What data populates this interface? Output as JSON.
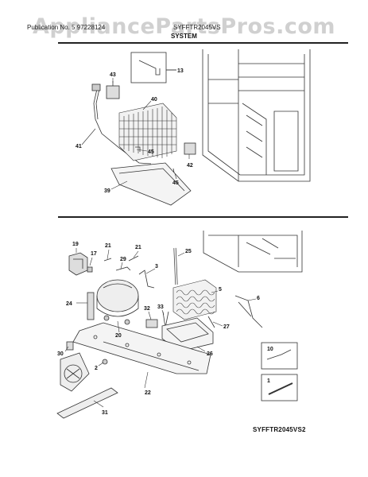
{
  "watermark": "AppliancePartsPros.com",
  "header": {
    "left": "Publication No. 5 97228124",
    "middle": "SYFFTR2045VS",
    "title": "SYSTEM"
  },
  "diagram_code": "SYFFTR2045VS2",
  "callouts_top": [
    "13",
    "43",
    "40",
    "41",
    "45",
    "42",
    "39",
    "45"
  ],
  "callouts_bottom": [
    "19",
    "21",
    "21",
    "17",
    "29",
    "3",
    "25",
    "5",
    "6",
    "24",
    "32",
    "33",
    "20",
    "27",
    "26",
    "30",
    "2",
    "22",
    "31",
    "10",
    "1"
  ]
}
